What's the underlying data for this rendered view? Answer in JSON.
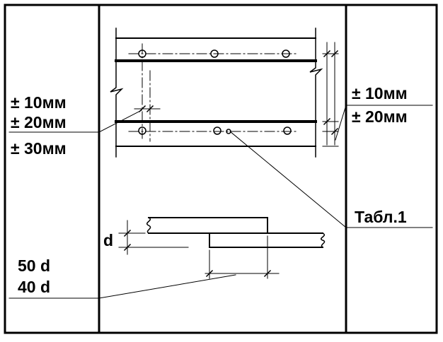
{
  "left_tolerances": [
    "± 10мм",
    "± 20мм",
    "± 30мм"
  ],
  "right_tolerances": [
    "± 10мм",
    "± 20мм"
  ],
  "table_reference": "Табл.1",
  "thickness_label": "d",
  "overlap_lengths": [
    "50 d",
    "40 d"
  ],
  "colors": {
    "line": "#000000",
    "background": "#ffffff"
  }
}
